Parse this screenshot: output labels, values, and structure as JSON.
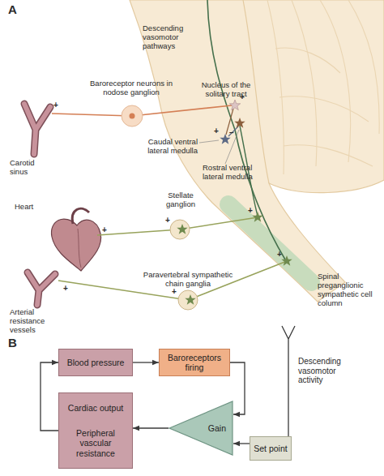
{
  "diagram": {
    "nodes": [
      {
        "text": [
          "Blood pressure"
        ]
      },
      {
        "text": [
          "Baroreceptors firing"
        ]
      },
      {
        "text": [
          "Cardiac output",
          "Peripheral vascular resistance"
        ]
      },
      {
        "text": [
          "Gain"
        ]
      },
      {
        "text": [
          "Set point"
        ]
      }
    ],
    "edges": [
      {
        "from": 0,
        "to": 1,
        "arrow": "to"
      },
      {
        "from": 1,
        "to": 3,
        "arrow": "to"
      },
      {
        "from": 4,
        "to": 3,
        "arrow": "to"
      },
      {
        "from": 3,
        "to": 2,
        "arrow": "to"
      },
      {
        "from": 2,
        "to": 0,
        "arrow": "to"
      }
    ],
    "labels": [
      "A",
      "Descending vasomotor pathways",
      "Baroreceptor neurons in nodose ganglion",
      "+",
      "Nucleus of the solitary tract",
      "+",
      "Carotid sinus",
      "Caudal ventral lateral medulla",
      "+",
      "−",
      "Rostral ventral lateral medulla",
      "Heart",
      "+",
      "Stellate ganglion",
      "+",
      "+",
      "Paravertebral sympathetic chain ganglia",
      "Arterial resistance vessels",
      "+",
      "+",
      "+",
      "Spinal preganglionic sympathetic cell column",
      "B",
      "Descending vasomotor activity",
      "−",
      "+"
    ]
  }
}
